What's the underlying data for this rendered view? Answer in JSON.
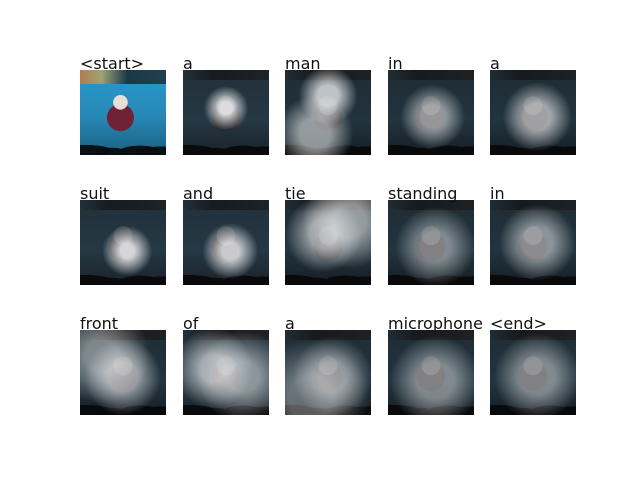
{
  "tiles": [
    {
      "word": "<start>"
    },
    {
      "word": "a"
    },
    {
      "word": "man"
    },
    {
      "word": "in"
    },
    {
      "word": "a"
    },
    {
      "word": "suit"
    },
    {
      "word": "and"
    },
    {
      "word": "tie"
    },
    {
      "word": "standing"
    },
    {
      "word": "in"
    },
    {
      "word": "front"
    },
    {
      "word": "of"
    },
    {
      "word": "a"
    },
    {
      "word": "microphone"
    },
    {
      "word": "<end>"
    }
  ]
}
